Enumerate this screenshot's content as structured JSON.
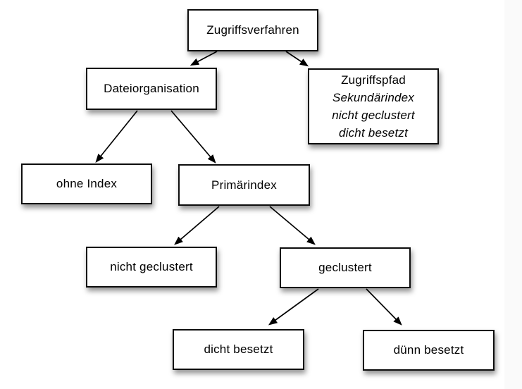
{
  "diagram": {
    "type": "tree",
    "nodes": {
      "zugriffsverfahren": {
        "label": "Zugriffsverfahren"
      },
      "dateiorganisation": {
        "label": "Dateiorganisation"
      },
      "zugriffspfad": {
        "lines": [
          "Zugriffspfad",
          "Sekundärindex",
          "nicht geclustert",
          "dicht besetzt"
        ],
        "italic_lines": [
          1,
          2,
          3
        ]
      },
      "ohne_index": {
        "label": "ohne Index"
      },
      "primaerindex": {
        "label": "Primärindex"
      },
      "nicht_geclustert": {
        "label": "nicht geclustert"
      },
      "geclustert": {
        "label": "geclustert"
      },
      "dicht_besetzt": {
        "label": "dicht besetzt"
      },
      "duenn_besetzt": {
        "label": "dünn besetzt"
      }
    },
    "edges": [
      {
        "from": "Zugriffsverfahren",
        "to": "Dateiorganisation"
      },
      {
        "from": "Zugriffsverfahren",
        "to": "Zugriffspfad"
      },
      {
        "from": "Dateiorganisation",
        "to": "ohne Index"
      },
      {
        "from": "Dateiorganisation",
        "to": "Primärindex"
      },
      {
        "from": "Primärindex",
        "to": "nicht geclustert"
      },
      {
        "from": "Primärindex",
        "to": "geclustert"
      },
      {
        "from": "geclustert",
        "to": "dicht besetzt"
      },
      {
        "from": "geclustert",
        "to": "dünn besetzt"
      }
    ],
    "colors": {
      "background": "#ffffff",
      "right_strip": "#fafafa",
      "node_fill": "#ffffff",
      "node_border": "#0d0d0d",
      "text": "#000000",
      "arrow": "#000000"
    }
  }
}
